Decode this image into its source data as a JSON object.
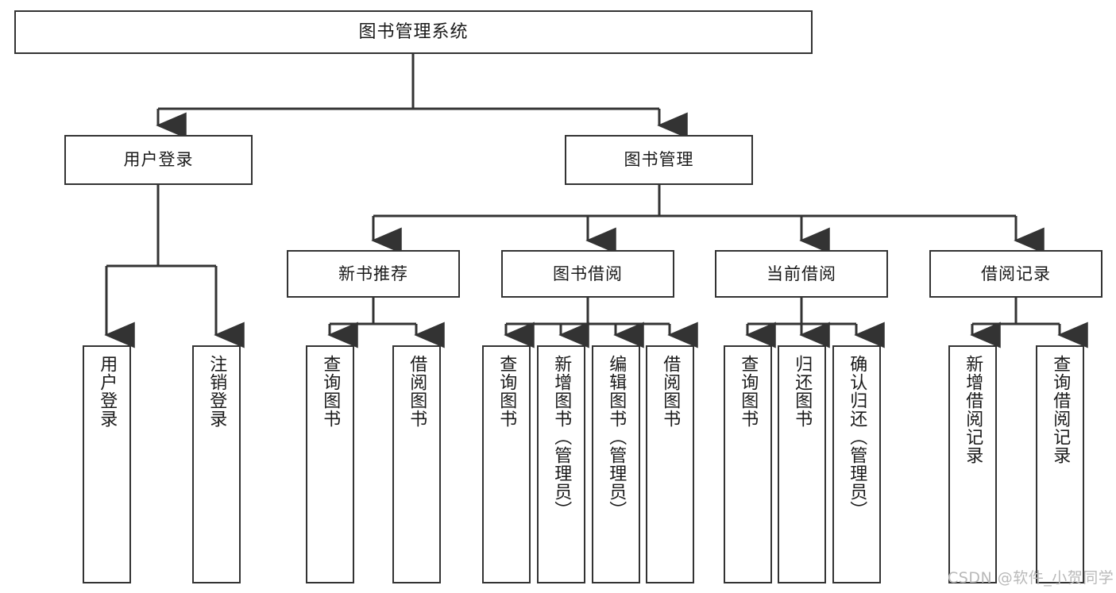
{
  "diagram": {
    "title": "图书管理系统",
    "type": "hierarchy-tree",
    "root": {
      "label": "图书管理系统"
    },
    "level2": [
      {
        "label": "用户登录"
      },
      {
        "label": "图书管理"
      }
    ],
    "level3": [
      {
        "label": "新书推荐"
      },
      {
        "label": "图书借阅"
      },
      {
        "label": "当前借阅"
      },
      {
        "label": "借阅记录"
      }
    ],
    "leaves": {
      "user_login": [
        {
          "label": "用户登录"
        },
        {
          "label": "注销登录"
        }
      ],
      "new_book_recommend": [
        {
          "label": "查询图书"
        },
        {
          "label": "借阅图书"
        }
      ],
      "book_borrow": [
        {
          "label": "查询图书"
        },
        {
          "label": "新增图书（管理员）"
        },
        {
          "label": "编辑图书（管理员）"
        },
        {
          "label": "借阅图书"
        }
      ],
      "current_borrow": [
        {
          "label": "查询图书"
        },
        {
          "label": "归还图书"
        },
        {
          "label": "确认归还（管理员）"
        }
      ],
      "borrow_record": [
        {
          "label": "新增借阅记录"
        },
        {
          "label": "查询借阅记录"
        }
      ]
    }
  },
  "watermark": {
    "text": "CSDN @软件_小贺同学"
  },
  "colors": {
    "stroke": "#333333",
    "box_fill": "#ffffff",
    "text": "#1a1a1a",
    "watermark": "#b9b9b9"
  }
}
